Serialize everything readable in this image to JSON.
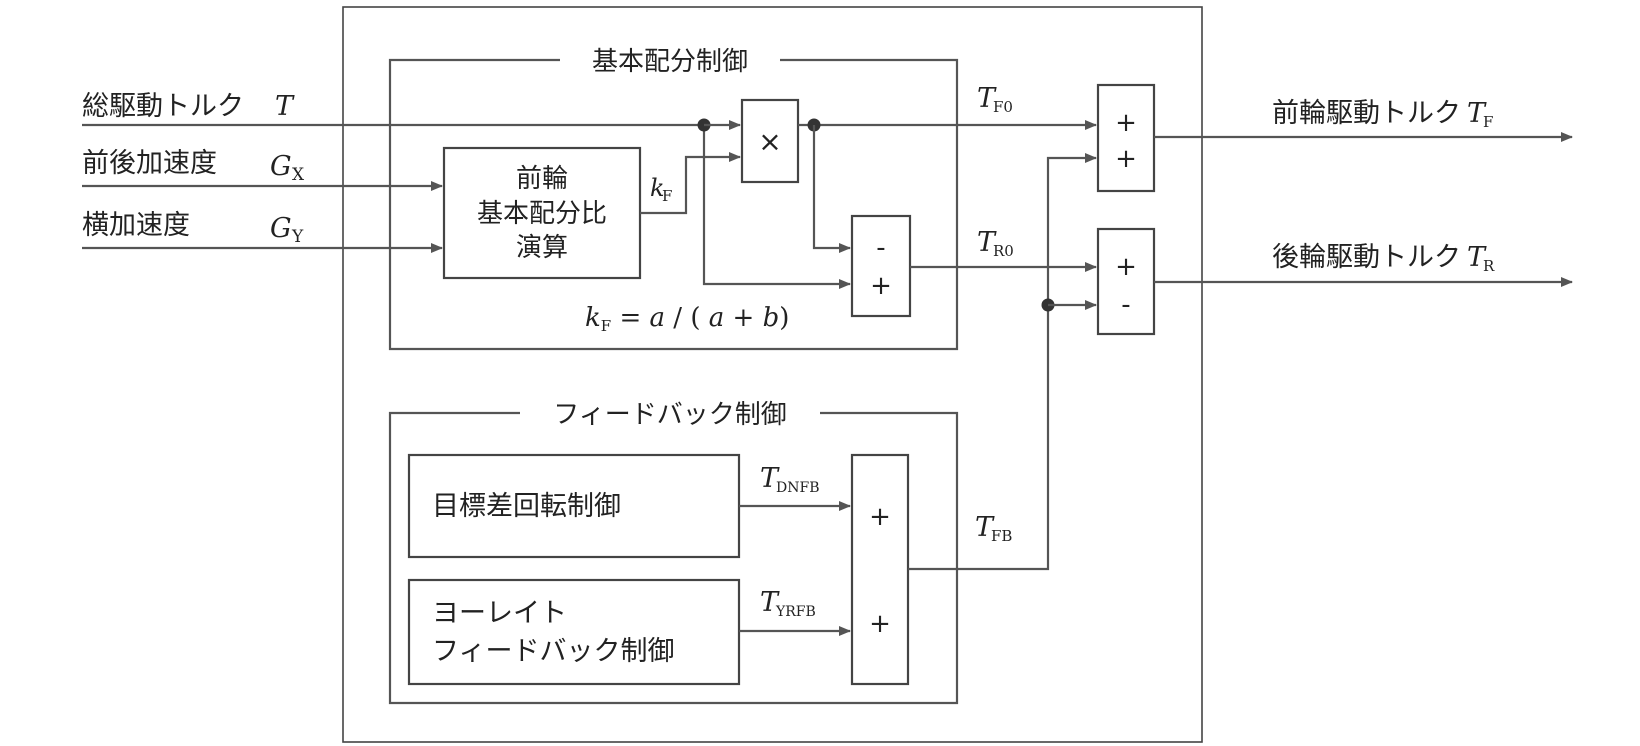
{
  "inputs": {
    "total_torque": {
      "label": "総駆動トルク",
      "symbol": "T"
    },
    "longitudinal_accel": {
      "label": "前後加速度",
      "symbol": "G",
      "sub": "X"
    },
    "lateral_accel": {
      "label": "横加速度",
      "symbol": "G",
      "sub": "Y"
    }
  },
  "basic_block": {
    "title": "基本配分制御",
    "ratio_box": {
      "line1": "前輪",
      "line2": "基本配分比",
      "line3": "演算"
    },
    "kf_symbol": "k",
    "kf_sub": "F",
    "formula": "k_F = a / ( a + b)",
    "formula_parts": {
      "k": "k",
      "ksub": "F",
      "eq": " = ",
      "a1": "a",
      "slash": " / ( ",
      "a2": "a",
      "plus": " + ",
      "b": "b",
      "close": ")"
    },
    "multiplier": "×",
    "sub_block": {
      "minus": "-",
      "plus": "+"
    }
  },
  "signals": {
    "tf0": {
      "symbol": "T",
      "sub": "F0"
    },
    "tr0": {
      "symbol": "T",
      "sub": "R0"
    },
    "tfb": {
      "symbol": "T",
      "sub": "FB"
    },
    "tdnfb": {
      "symbol": "T",
      "sub": "DNFB"
    },
    "tyrfb": {
      "symbol": "T",
      "sub": "YRFB"
    }
  },
  "feedback_block": {
    "title": "フィードバック制御",
    "target_diff": "目標差回転制御",
    "yaw_rate_line1": "ヨーレイト",
    "yaw_rate_line2": "フィードバック制御",
    "sum": {
      "top": "+",
      "bottom": "+"
    }
  },
  "outputs": {
    "front": {
      "label": "前輪駆動トルク",
      "symbol": "T",
      "sub": "F",
      "signs": {
        "top": "+",
        "bottom": "+"
      }
    },
    "rear": {
      "label": "後輪駆動トルク",
      "symbol": "T",
      "sub": "R",
      "signs": {
        "top": "+",
        "bottom": "-"
      }
    }
  }
}
